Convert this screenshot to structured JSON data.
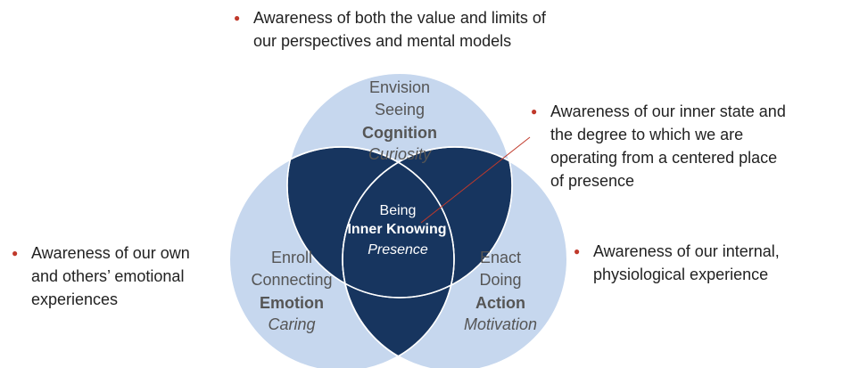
{
  "colors": {
    "circle_fill": "#c6d7ee",
    "circle_stroke": "#ffffff",
    "overlap_fill": "#17355f",
    "overlap_stroke": "#ffffff",
    "circle_text": "#555555",
    "center_text": "#ffffff",
    "bullet": "#c0392b",
    "connector": "#c0392b"
  },
  "circles": {
    "top": {
      "line1": "Envision",
      "line2": "Seeing",
      "bold": "Cognition",
      "italic": "Curiosity"
    },
    "left": {
      "line1": "Enroll",
      "line2": "Connecting",
      "bold": "Emotion",
      "italic": "Caring"
    },
    "right": {
      "line1": "Enact",
      "line2": "Doing",
      "bold": "Action",
      "italic": "Motivation"
    }
  },
  "center": {
    "line1": "Being",
    "bold": "Inner Knowing",
    "italic": "Presence"
  },
  "bullets": {
    "top": {
      "lines": [
        "Awareness of both the value and limits of",
        "our perspectives and mental models"
      ]
    },
    "center": {
      "lines": [
        "Awareness of our inner state and",
        "the degree to which we are",
        "operating from a centered place",
        "of presence"
      ]
    },
    "left": {
      "lines": [
        "Awareness of our own",
        "and others’ emotional",
        "experiences"
      ]
    },
    "right": {
      "lines": [
        "Awareness of our internal,",
        "physiological experience"
      ]
    }
  }
}
